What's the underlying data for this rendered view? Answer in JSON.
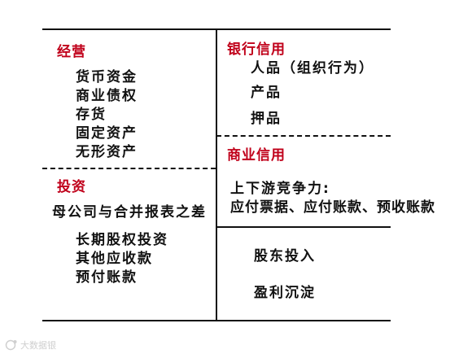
{
  "left": {
    "operating": {
      "title": "经营",
      "items": [
        "货币资金",
        "商业债权",
        "存货",
        "固定资产",
        "无形资产"
      ]
    },
    "investing": {
      "title": "投资",
      "subtitle": "母公司与合并报表之差",
      "items": [
        "长期股权投资",
        "其他应收款",
        "预付账款"
      ]
    }
  },
  "right": {
    "bank_credit": {
      "title": "银行信用",
      "items": [
        "人品（组织行为）",
        "产品",
        "押品"
      ]
    },
    "commercial_credit": {
      "title": "商业信用",
      "line1": "上下游竞争力:",
      "line2": "应付票据、应付账款、预收账款"
    },
    "equity": {
      "items": [
        "股东投入",
        "盈利沉淀"
      ]
    }
  },
  "watermark": "大数据银"
}
